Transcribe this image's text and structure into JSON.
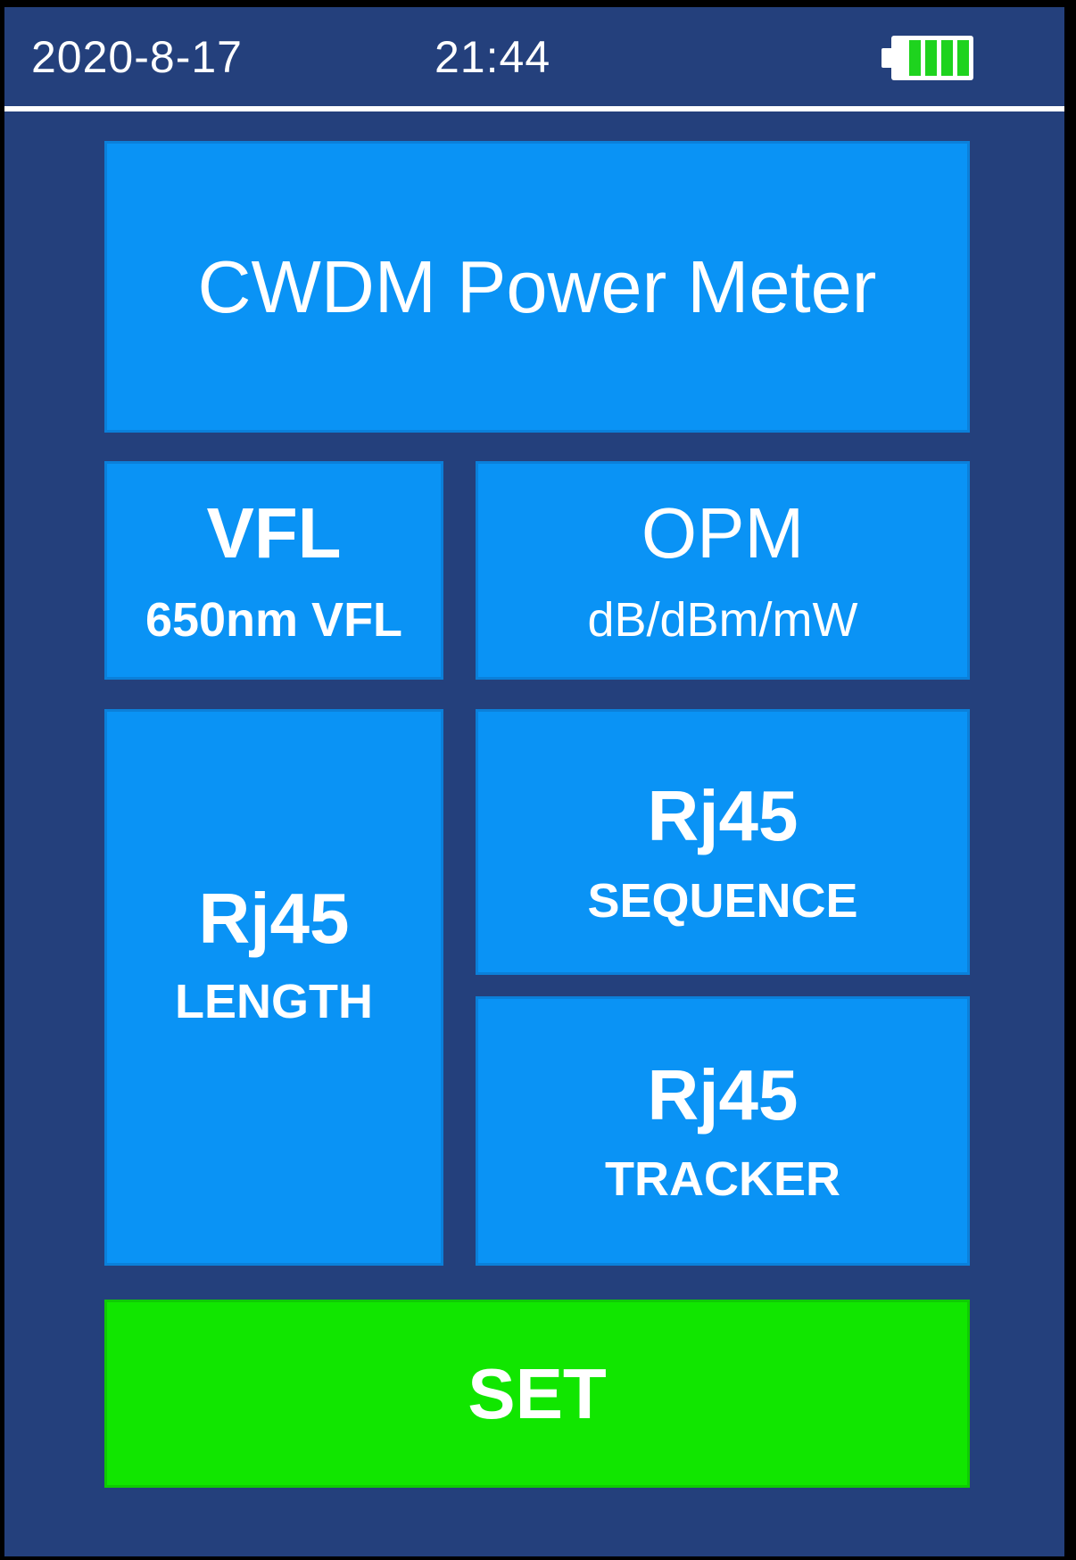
{
  "status_bar": {
    "date": "2020-8-17",
    "time": "21:44",
    "battery": {
      "level_bars": 4,
      "bars_total": 4
    }
  },
  "colors": {
    "bezel": "#000000",
    "screen_background": "#24407C",
    "button_blue": "#0A93F5",
    "button_green": "#11E600",
    "battery_bar_green": "#1ED31E",
    "text": "#FFFFFF",
    "divider": "#FFFFFF"
  },
  "buttons": {
    "cwdm": {
      "label": "CWDM Power Meter"
    },
    "vfl": {
      "label": "VFL",
      "sublabel": "650nm VFL"
    },
    "opm": {
      "label": "OPM",
      "sublabel": "dB/dBm/mW"
    },
    "rj45_length": {
      "label": "Rj45",
      "sublabel": "LENGTH"
    },
    "rj45_sequence": {
      "label": "Rj45",
      "sublabel": "SEQUENCE"
    },
    "rj45_tracker": {
      "label": "Rj45",
      "sublabel": "TRACKER"
    },
    "set": {
      "label": "SET"
    }
  }
}
